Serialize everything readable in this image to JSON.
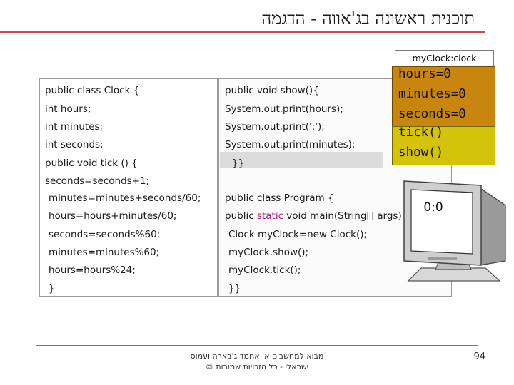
{
  "slide": {
    "title": "תוכנית ראשונה בג'אווה - הדגמה",
    "page_number": "94",
    "footer_line1": "מבוא למחשבים א' אחמד ג'בארה ועמוס",
    "footer_line2": "ישראלי - כל הזכויות שמורות ©"
  },
  "left_code": [
    "public class  Clock {",
    "int hours;",
    "int minutes;",
    "int seconds;",
    "public void tick () {",
    " seconds=seconds+1;",
    "minutes=minutes+seconds/60;",
    "hours=hours+minutes/60;",
    "seconds=seconds%60;",
    "minutes=minutes%60;",
    "hours=hours%24;",
    "}"
  ],
  "right_code": {
    "show_lines": [
      "public void show(){",
      "System.out.print(hours);",
      "System.out.print(':');",
      "System.out.print(minutes);",
      "}}"
    ],
    "program_line": "public class  Program {",
    "main_prefix": "public ",
    "main_static": "static",
    "main_rest": " void main(String[] args)",
    "body_lines": [
      "Clock  myClock=new Clock();",
      "myClock.show();",
      "myClock.tick();",
      "}}"
    ]
  },
  "object_box": {
    "header": "myClock:clock",
    "fields": [
      "hours=0",
      "minutes=0",
      "seconds=0"
    ],
    "methods": [
      "tick()",
      "show()"
    ],
    "field_color": "#c9860f",
    "method_color": "#d3c30b"
  },
  "monitor": {
    "output": "0:0",
    "icon": "computer-monitor-icon"
  }
}
